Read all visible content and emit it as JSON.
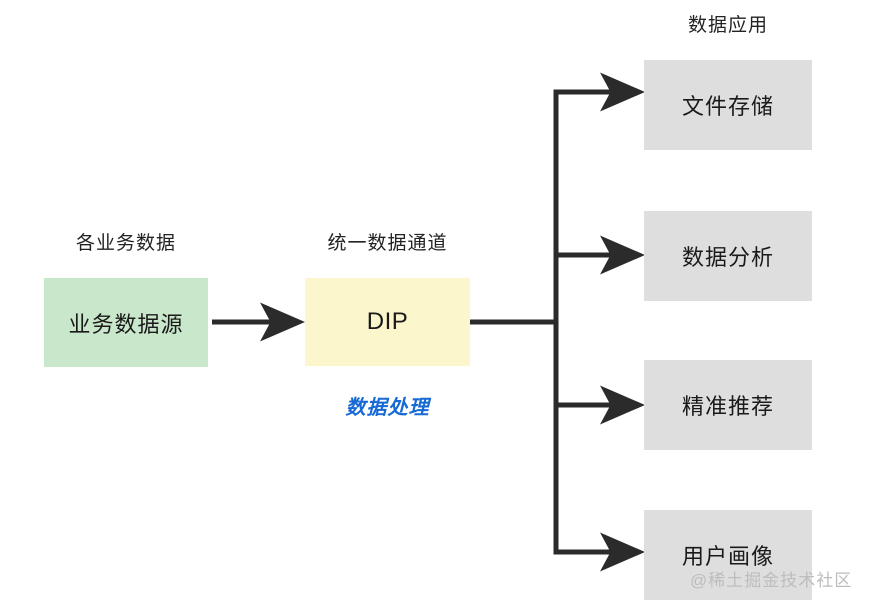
{
  "diagram": {
    "title_captions": {
      "source": "各业务数据",
      "pipeline": "统一数据通道",
      "applications": "数据应用"
    },
    "nodes": {
      "source": {
        "label": "业务数据源",
        "color": "#c9e7cb"
      },
      "pipeline": {
        "label": "DIP",
        "sublabel": "数据处理",
        "color": "#fbf6cb",
        "sublabel_color": "#1769d4"
      },
      "applications": [
        {
          "label": "文件存储",
          "color": "#dedede"
        },
        {
          "label": "数据分析",
          "color": "#dedede"
        },
        {
          "label": "精准推荐",
          "color": "#dedede"
        },
        {
          "label": "用户画像",
          "color": "#dedede"
        }
      ]
    },
    "edges": [
      {
        "from": "业务数据源",
        "to": "DIP"
      },
      {
        "from": "DIP",
        "to": "文件存储"
      },
      {
        "from": "DIP",
        "to": "数据分析"
      },
      {
        "from": "DIP",
        "to": "精准推荐"
      },
      {
        "from": "DIP",
        "to": "用户画像"
      }
    ],
    "watermark": "@稀土掘金技术社区",
    "background": "#ffffff",
    "edge_color": "#2b2b2b"
  }
}
